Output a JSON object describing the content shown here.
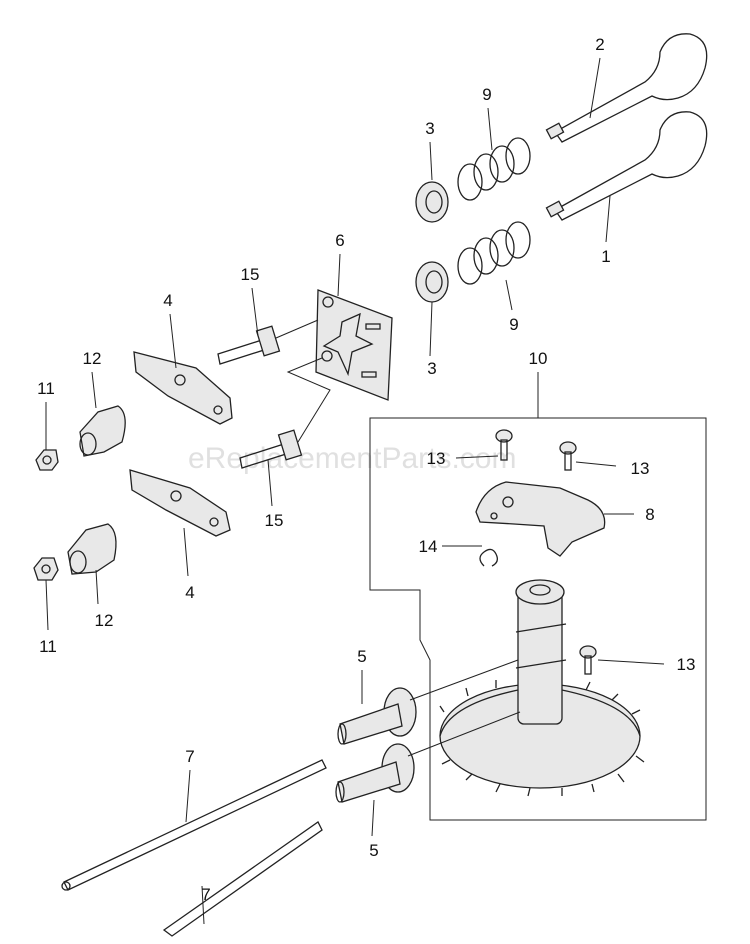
{
  "watermark": "eReplacementParts.com",
  "callouts": {
    "c1": "1",
    "c2": "2",
    "c3a": "3",
    "c3b": "3",
    "c4a": "4",
    "c4b": "4",
    "c5a": "5",
    "c5b": "5",
    "c6": "6",
    "c7a": "7",
    "c7b": "7",
    "c8": "8",
    "c9a": "9",
    "c9b": "9",
    "c10": "10",
    "c11a": "11",
    "c11b": "11",
    "c12a": "12",
    "c12b": "12",
    "c13a": "13",
    "c13b": "13",
    "c13c": "13",
    "c14": "14",
    "c15a": "15",
    "c15b": "15"
  }
}
